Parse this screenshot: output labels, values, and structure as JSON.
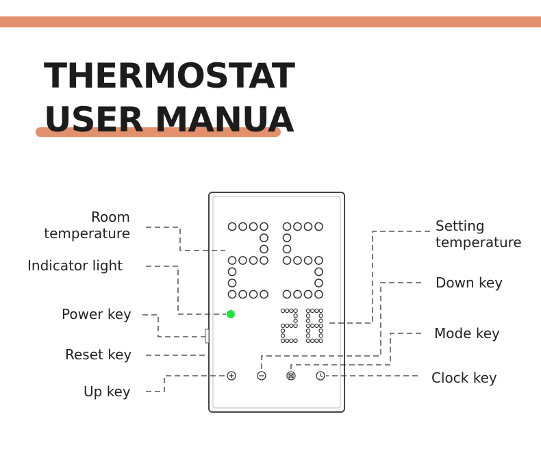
{
  "title": {
    "line1": "THERMOSTAT",
    "line2": "USER MANUA"
  },
  "accent_color": "#e3906c",
  "indicator_color": "#1ee53a",
  "display": {
    "room_temperature": "25",
    "setting_temperature": "28"
  },
  "callouts": {
    "room_temperature": [
      "Room",
      "temperature"
    ],
    "indicator_light": "Indicator light",
    "power_key": "Power key",
    "reset_key": "Reset key",
    "up_key": "Up key",
    "setting_temperature": [
      "Setting",
      "temperature"
    ],
    "down_key": "Down key",
    "mode_key": "Mode key",
    "clock_key": "Clock key"
  },
  "keys": [
    {
      "name": "up-key",
      "icon": "plus-circle-icon"
    },
    {
      "name": "down-key",
      "icon": "minus-circle-icon"
    },
    {
      "name": "mode-key",
      "icon": "mode-icon"
    },
    {
      "name": "clock-key",
      "icon": "clock-icon"
    }
  ]
}
